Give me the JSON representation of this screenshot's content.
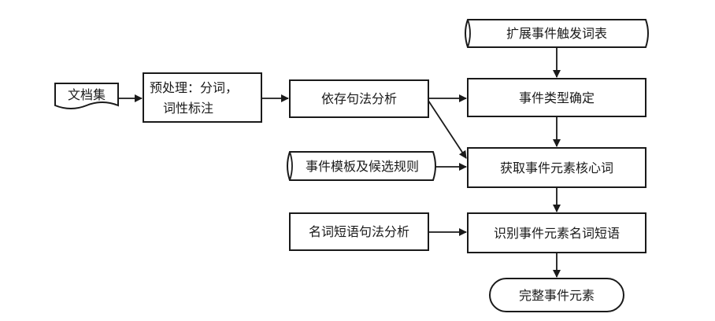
{
  "nodes": {
    "document_set": "文档集",
    "preprocess_line1": "预处理：分词，",
    "preprocess_line2": "词性标注",
    "dependency_parsing": "依存句法分析",
    "trigger_lexicon": "扩展事件触发词表",
    "event_type": "事件类型确定",
    "template_rules": "事件模板及候选规则",
    "core_words": "获取事件元素核心词",
    "noun_phrase_parsing": "名词短语句法分析",
    "noun_phrases": "识别事件元素名词短语",
    "complete_elements": "完整事件元素"
  }
}
